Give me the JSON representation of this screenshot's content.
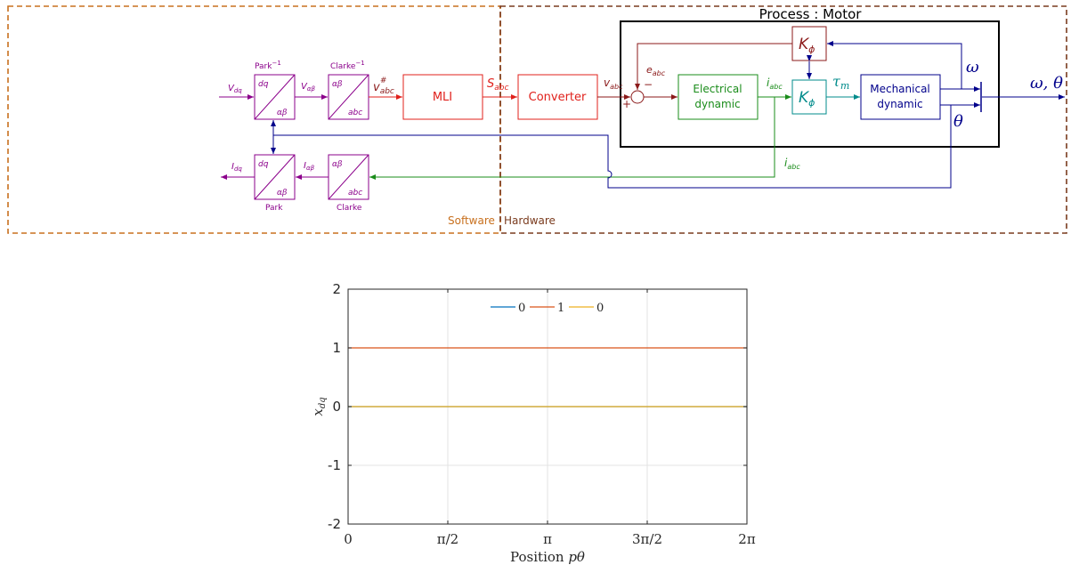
{
  "regions": {
    "software_label": "Software",
    "hardware_label": "Hardware",
    "process_title": "Process : Motor"
  },
  "blocks": {
    "park_inverse": {
      "caption": "Park",
      "caption_sup": "−1",
      "top": "dq",
      "bottom": "αβ"
    },
    "clarke_inverse": {
      "caption": "Clarke",
      "caption_sup": "−1",
      "top": "αβ",
      "bottom": "abc"
    },
    "park": {
      "caption": "Park",
      "top": "dq",
      "bottom": "αβ"
    },
    "clarke": {
      "caption": "Clarke",
      "top": "αβ",
      "bottom": "abc"
    },
    "mli": "MLI",
    "converter": "Converter",
    "electrical_dynamic_l1": "Electrical",
    "electrical_dynamic_l2": "dynamic",
    "kphi_feedback": "K",
    "kphi_torque": "K",
    "kphi_sub": "ϕ",
    "mechanical_dynamic_l1": "Mechanical",
    "mechanical_dynamic_l2": "dynamic"
  },
  "signals": {
    "v_dq": {
      "base": "V",
      "sub": "dq"
    },
    "v_alphabeta": {
      "base": "V",
      "sub": "αβ"
    },
    "v_abc_star": {
      "base": "v",
      "sub": "abc",
      "sup": "#"
    },
    "s_abc": {
      "base": "S",
      "sub": "abc"
    },
    "v_abc": {
      "base": "v",
      "sub": "abc"
    },
    "e_abc": {
      "base": "e",
      "sub": "abc"
    },
    "plus": "+",
    "minus": "−",
    "i_abc_top": {
      "base": "i",
      "sub": "abc"
    },
    "tau_m": {
      "base": "τ",
      "sub": "m"
    },
    "omega": "ω",
    "theta": "θ",
    "omega_theta_out": "ω, θ",
    "i_abc_bottom": {
      "base": "i",
      "sub": "abc"
    },
    "i_alphabeta": {
      "base": "I",
      "sub": "αβ"
    },
    "i_dq": {
      "base": "I",
      "sub": "dq"
    }
  },
  "colors": {
    "purple": "#8b008b",
    "red": "#e0201b",
    "darkred": "#8b1a1a",
    "green": "#1a8c1a",
    "teal": "#008b8b",
    "navy": "#00008b",
    "orange": "#c8701e",
    "brown": "#7a3b1e"
  },
  "chart_data": {
    "type": "line",
    "x": [
      0,
      6.2832
    ],
    "series": [
      {
        "name": "0",
        "values": [
          0,
          0
        ],
        "color": "#0072bd"
      },
      {
        "name": "1",
        "values": [
          1,
          1
        ],
        "color": "#d95319"
      },
      {
        "name": "0",
        "values": [
          0,
          0
        ],
        "color": "#edb120"
      }
    ],
    "xlabel": "Position pθ",
    "ylabel": "x_dq",
    "xlim": [
      0,
      6.2832
    ],
    "ylim": [
      -2,
      2
    ],
    "xticks": [
      0,
      1.5708,
      3.1416,
      4.7124,
      6.2832
    ],
    "xtick_labels": [
      "0",
      "π/2",
      "π",
      "3π/2",
      "2π"
    ],
    "yticks": [
      -2,
      -1,
      0,
      1,
      2
    ],
    "ytick_labels": [
      "-2",
      "-1",
      "0",
      "1",
      "2"
    ],
    "grid": true,
    "legend_position": "top-center",
    "legend_orientation": "horizontal"
  }
}
